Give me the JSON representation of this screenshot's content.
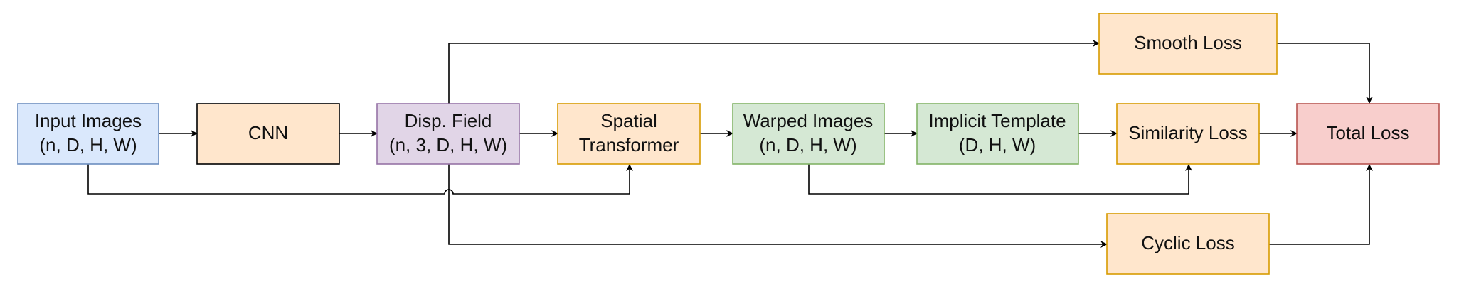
{
  "diagram": {
    "nodes": {
      "input_images": {
        "lines": [
          "Input Images",
          "(n, D, H, W)"
        ],
        "fill": "#dae8fc",
        "stroke": "#6c8ebf"
      },
      "cnn": {
        "lines": [
          "CNN"
        ],
        "fill": "#ffe6cc",
        "stroke": "#000000"
      },
      "disp_field": {
        "lines": [
          "Disp. Field",
          "(n, 3, D, H, W)"
        ],
        "fill": "#e1d5e7",
        "stroke": "#9673a6"
      },
      "spatial_transformer": {
        "lines": [
          "Spatial",
          "Transformer"
        ],
        "fill": "#ffe6cc",
        "stroke": "#d79b00"
      },
      "warped_images": {
        "lines": [
          "Warped Images",
          "(n, D, H, W)"
        ],
        "fill": "#d5e8d4",
        "stroke": "#82b366"
      },
      "implicit_template": {
        "lines": [
          "Implicit Template",
          "(D, H, W)"
        ],
        "fill": "#d5e8d4",
        "stroke": "#82b366"
      },
      "similarity_loss": {
        "lines": [
          "Similarity Loss"
        ],
        "fill": "#ffe6cc",
        "stroke": "#d79b00"
      },
      "smooth_loss": {
        "lines": [
          "Smooth Loss"
        ],
        "fill": "#ffe6cc",
        "stroke": "#d79b00"
      },
      "cyclic_loss": {
        "lines": [
          "Cyclic Loss"
        ],
        "fill": "#ffe6cc",
        "stroke": "#d79b00"
      },
      "total_loss": {
        "lines": [
          "Total Loss"
        ],
        "fill": "#f8cecc",
        "stroke": "#b85450"
      }
    },
    "edge_color": "#000000"
  }
}
